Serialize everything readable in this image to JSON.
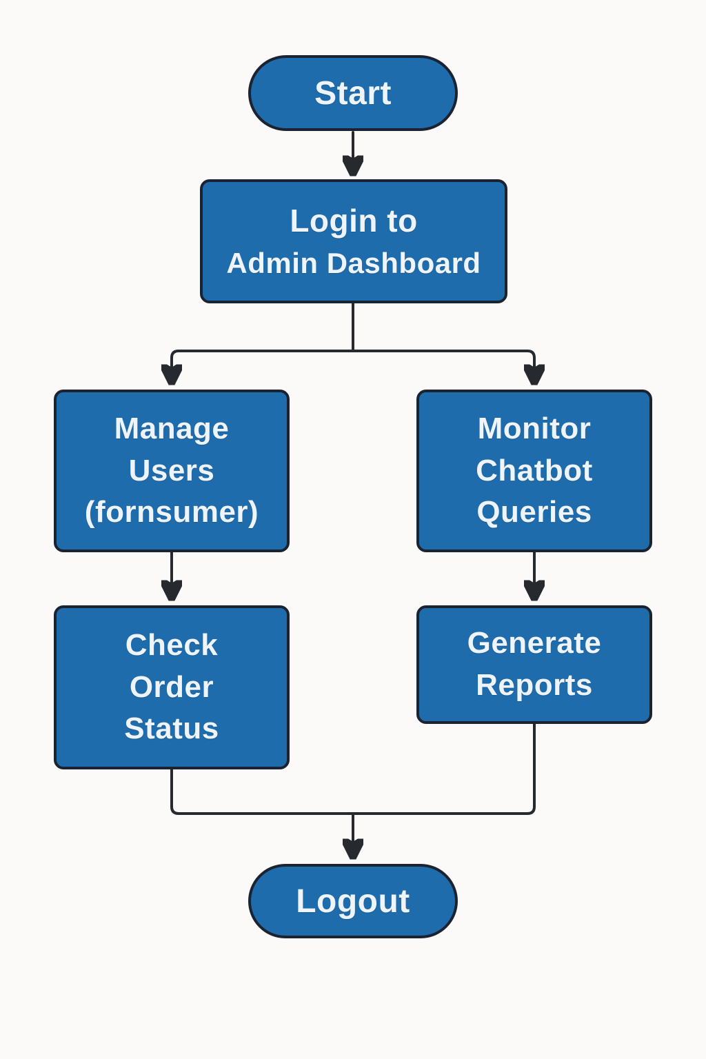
{
  "diagram": {
    "type": "flowchart",
    "colors": {
      "node_fill": "#1f6cad",
      "node_border": "#1b2330",
      "node_text": "#eef4f9",
      "connector": "#26292e",
      "background": "#fbfaf8"
    },
    "nodes": {
      "start": {
        "shape": "terminal",
        "label": "Start",
        "lines": [
          "Start"
        ]
      },
      "login": {
        "shape": "process",
        "label": "Login to Admin Dashboard",
        "lines": [
          "Login to",
          "Admin Dashboard"
        ]
      },
      "manage": {
        "shape": "process",
        "label": "Manage Users (fornsumer)",
        "lines": [
          "Manage",
          "Users",
          "(fornsumer)"
        ]
      },
      "monitor": {
        "shape": "process",
        "label": "Monitor Chatbot Queries",
        "lines": [
          "Monitor",
          "Chatbot",
          "Queries"
        ]
      },
      "check": {
        "shape": "process",
        "label": "Check Order Status",
        "lines": [
          "Check",
          "Order",
          "Status"
        ]
      },
      "generate": {
        "shape": "process",
        "label": "Generate Reports",
        "lines": [
          "Generate",
          "Reports"
        ]
      },
      "logout": {
        "shape": "terminal",
        "label": "Logout",
        "lines": [
          "Logout"
        ]
      }
    },
    "edges": [
      {
        "from": "Start",
        "to": "Login to Admin Dashboard"
      },
      {
        "from": "Login to Admin Dashboard",
        "to": "Manage Users (fornsumer)"
      },
      {
        "from": "Login to Admin Dashboard",
        "to": "Monitor Chatbot Queries"
      },
      {
        "from": "Manage Users (fornsumer)",
        "to": "Check Order Status"
      },
      {
        "from": "Monitor Chatbot Queries",
        "to": "Generate Reports"
      },
      {
        "from": "Check Order Status",
        "to": "Logout"
      },
      {
        "from": "Generate Reports",
        "to": "Logout"
      }
    ]
  }
}
